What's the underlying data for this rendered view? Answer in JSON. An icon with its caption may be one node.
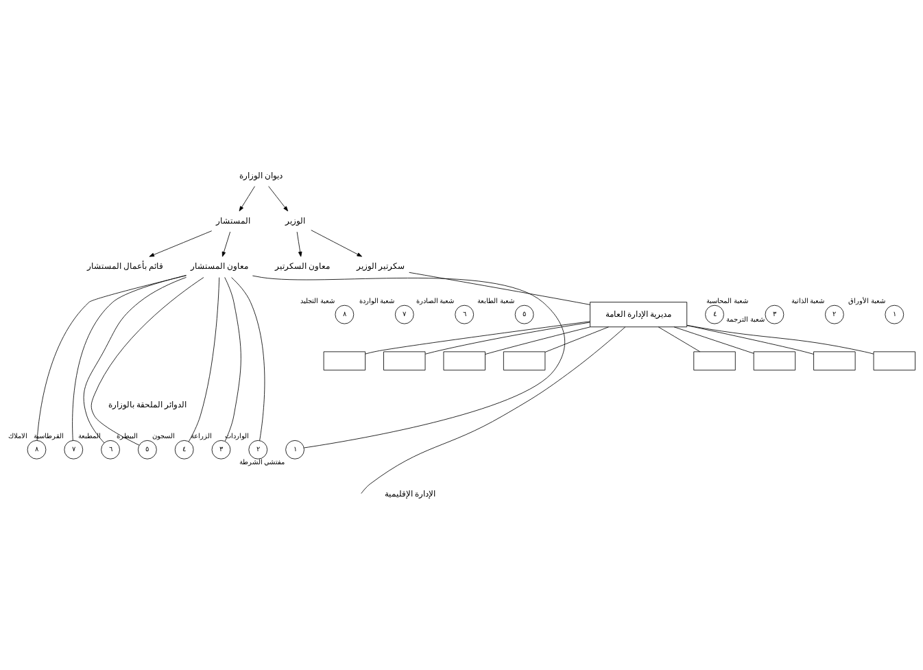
{
  "diagram": {
    "nodes": [
      {
        "text": [
          "ديوان الوزارة"
        ]
      },
      {
        "text": [
          "الوزير"
        ]
      },
      {
        "text": [
          "المستشار"
        ]
      },
      {
        "text": [
          "سكرتير الوزير"
        ]
      },
      {
        "text": [
          "معاون السكرتير"
        ]
      },
      {
        "text": [
          "معاون المستشار"
        ]
      },
      {
        "text": [
          "قائم بأعمال المستشار"
        ]
      },
      {
        "text": [
          "مديرية الإدارة العامة"
        ]
      },
      {
        "text": [
          "١"
        ],
        "beside": [
          "شعبة الأوراق"
        ]
      },
      {
        "text": [],
        "shape": "box"
      },
      {
        "text": [
          "٢"
        ],
        "beside": [
          "شعبة الذاتية"
        ]
      },
      {
        "text": [],
        "shape": "box"
      },
      {
        "text": [
          "٣"
        ],
        "beside": [
          "شعبة الترجمة"
        ]
      },
      {
        "text": [],
        "shape": "box"
      },
      {
        "text": [
          "٤"
        ],
        "beside": [
          "شعبة المحاسبة"
        ]
      },
      {
        "text": [],
        "shape": "box"
      },
      {
        "text": [
          "٥"
        ],
        "beside": [
          "شعبة الطابعة"
        ]
      },
      {
        "text": [],
        "shape": "box"
      },
      {
        "text": [
          "٦"
        ],
        "beside": [
          "شعبة الصادرة"
        ]
      },
      {
        "text": [],
        "shape": "box"
      },
      {
        "text": [
          "٧"
        ],
        "beside": [
          "شعبة الواردة"
        ]
      },
      {
        "text": [],
        "shape": "box"
      },
      {
        "text": [
          "٨"
        ],
        "beside": [
          "شعبة التجليد"
        ]
      },
      {
        "text": [],
        "shape": "box"
      },
      {
        "text": [
          "١"
        ],
        "beside": [
          "مفتشي الشرطة"
        ]
      },
      {
        "text": [
          "٢"
        ],
        "beside": [
          "الواردات"
        ]
      },
      {
        "text": [
          "٣"
        ],
        "beside": [
          "الزراعة"
        ]
      },
      {
        "text": [
          "٤"
        ],
        "beside": [
          "السجون"
        ]
      },
      {
        "text": [
          "٥"
        ],
        "beside": [
          "البيطرة"
        ]
      },
      {
        "text": [
          "٦"
        ],
        "beside": [
          "المطبعة"
        ]
      },
      {
        "text": [
          "٧"
        ],
        "beside": [
          "القرطاسية"
        ]
      },
      {
        "text": [
          "٨"
        ],
        "beside": [
          "الاملاك"
        ]
      }
    ],
    "edges": [
      {
        "from": 0,
        "to": 1,
        "arrow": "to"
      },
      {
        "from": 0,
        "to": 2,
        "arrow": "to"
      },
      {
        "from": 1,
        "to": 3,
        "arrow": "to"
      },
      {
        "from": 1,
        "to": 4,
        "arrow": "to"
      },
      {
        "from": 2,
        "to": 5,
        "arrow": "to"
      },
      {
        "from": 2,
        "to": 6,
        "arrow": "to"
      },
      {
        "from": 3,
        "to": 7,
        "arrow": "none"
      },
      {
        "from": 7,
        "to": 9,
        "arrow": "none"
      },
      {
        "from": 7,
        "to": 11,
        "arrow": "none"
      },
      {
        "from": 7,
        "to": 13,
        "arrow": "none"
      },
      {
        "from": 7,
        "to": 15,
        "arrow": "none"
      },
      {
        "from": 7,
        "to": 17,
        "arrow": "none"
      },
      {
        "from": 7,
        "to": 19,
        "arrow": "none"
      },
      {
        "from": 7,
        "to": 21,
        "arrow": "none"
      },
      {
        "from": 7,
        "to": 23,
        "arrow": "none"
      },
      {
        "from": 5,
        "to": 24,
        "arrow": "none"
      },
      {
        "from": 5,
        "to": 25,
        "arrow": "none"
      },
      {
        "from": 5,
        "to": 26,
        "arrow": "none"
      },
      {
        "from": 5,
        "to": 27,
        "arrow": "none"
      },
      {
        "from": 5,
        "to": 28,
        "arrow": "none"
      },
      {
        "from": 5,
        "to": 29,
        "arrow": "none"
      },
      {
        "from": 5,
        "to": 30,
        "arrow": "none"
      },
      {
        "from": 5,
        "to": 31,
        "arrow": "none"
      },
      {
        "from": 7,
        "to": null,
        "arrow": "none"
      }
    ],
    "labels": [
      "الدوائر الملحقة بالوزارة",
      "الإدارة الإقليمية"
    ]
  }
}
